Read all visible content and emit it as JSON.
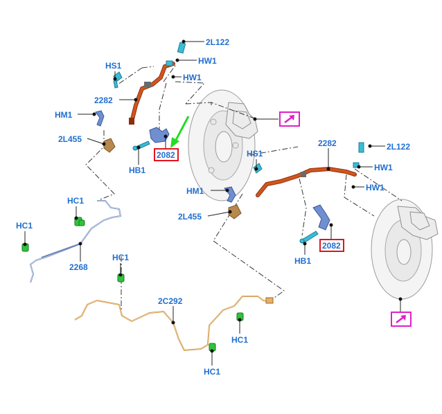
{
  "labels": {
    "l_2L122_a": "2L122",
    "l_HW1_a": "HW1",
    "l_HW1_b": "HW1",
    "l_HS1_a": "HS1",
    "l_2282_a": "2282",
    "l_HM1_a": "HM1",
    "l_2L455_a": "2L455",
    "l_2082_a": "2082",
    "l_HB1_a": "HB1",
    "l_HC1_a": "HC1",
    "l_HC1_b": "HC1",
    "l_2268": "2268",
    "l_HC1_c": "HC1",
    "l_2C292": "2C292",
    "l_HC1_d": "HC1",
    "l_HC1_e": "HC1",
    "l_2282_b": "2282",
    "l_2L122_b": "2L122",
    "l_HS1_b": "HS1",
    "l_HW1_c": "HW1",
    "l_HW1_d": "HW1",
    "l_HM1_b": "HM1",
    "l_2L455_b": "2L455",
    "l_2082_b": "2082",
    "l_HB1_b": "HB1"
  },
  "colors": {
    "callout_text": "#1f6fd0",
    "highlight_box": "#e0141e",
    "link_box": "#e01fc8",
    "pointer_arrow": "#22dd22",
    "brake_hose": "#d2551e",
    "steel_line": "#6b86b8",
    "gold_line": "#c98a3a",
    "clip": "#32c23c",
    "bolt": "#3bbcd6"
  },
  "icons": {
    "front_link": "arrow-link-icon",
    "rear_link": "arrow-link-icon",
    "pointer": "green-arrow-icon"
  }
}
